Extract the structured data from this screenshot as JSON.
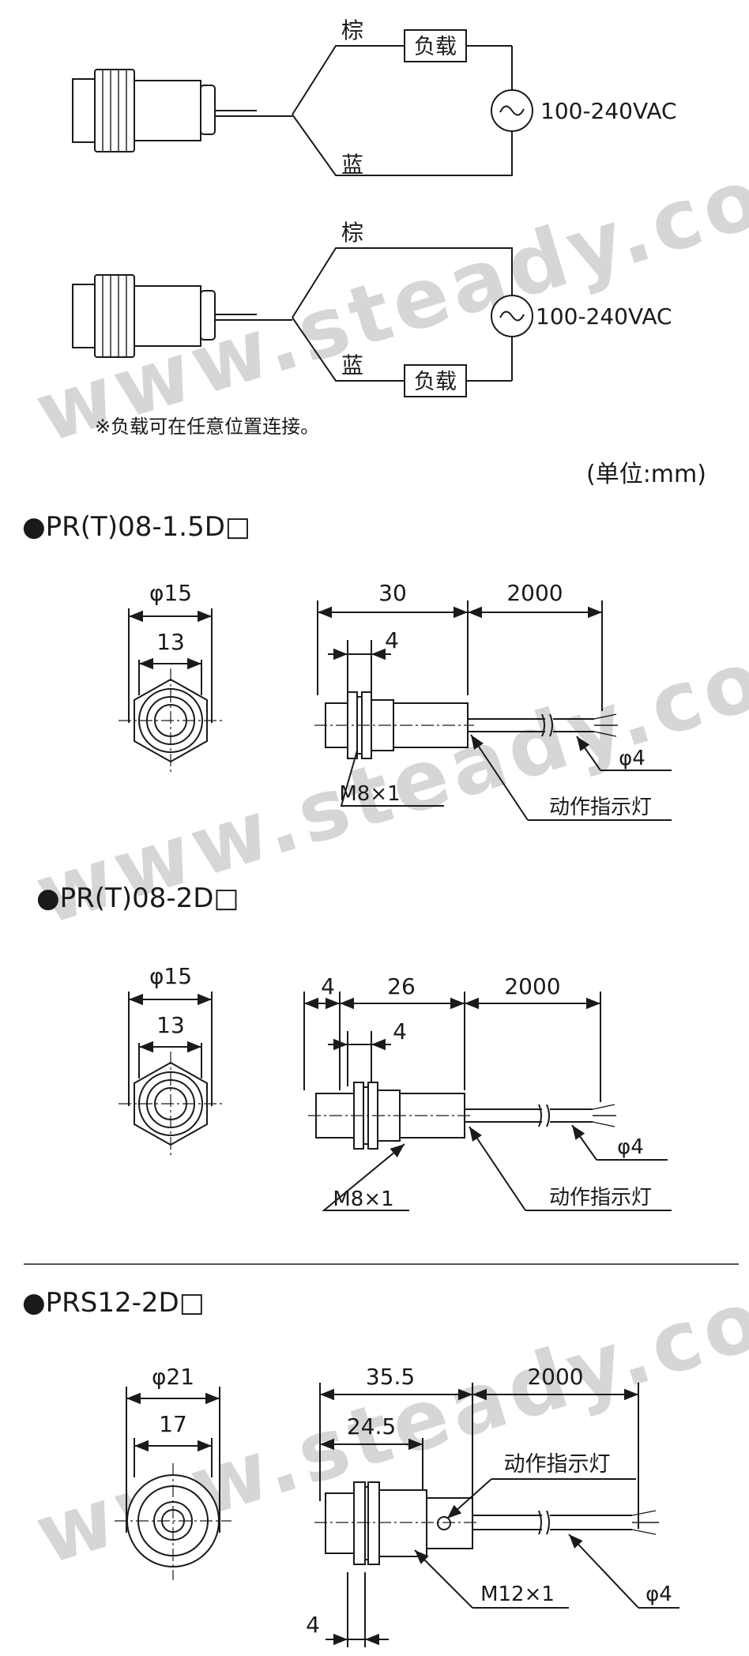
{
  "watermark": "www.steady.com",
  "wiring": {
    "top": {
      "wire_brown": "棕",
      "wire_blue": "蓝",
      "load": "负载",
      "supply": "100-240VAC"
    },
    "bottom": {
      "wire_brown": "棕",
      "wire_blue": "蓝",
      "load": "负载",
      "supply": "100-240VAC"
    },
    "note": "※负载可在任意位置连接。"
  },
  "units": "(单位:mm)",
  "models": [
    {
      "title": "●PR(T)08-1.5D□",
      "front_outer": "φ15",
      "front_inner": "13",
      "dim_body": "30",
      "dim_cable": "2000",
      "dim_small": "4",
      "thread": "M8×1",
      "cable_dia": "φ4",
      "indicator": "动作指示灯"
    },
    {
      "title": "●PR(T)08-2D□",
      "front_outer": "φ15",
      "front_inner": "13",
      "dim_lead": "4",
      "dim_body": "26",
      "dim_cable": "2000",
      "dim_small": "4",
      "thread": "M8×1",
      "indicator": "动作指示灯",
      "cable_dia": "φ4"
    },
    {
      "title": "●PRS12-2D□",
      "front_outer": "φ21",
      "front_inner": "17",
      "dim_body": "35.5",
      "dim_cable": "2000",
      "dim_thread_len": "24.5",
      "indicator": "动作指示灯",
      "thread": "M12×1",
      "cable_dia": "φ4",
      "dim_bottom": "4"
    }
  ]
}
